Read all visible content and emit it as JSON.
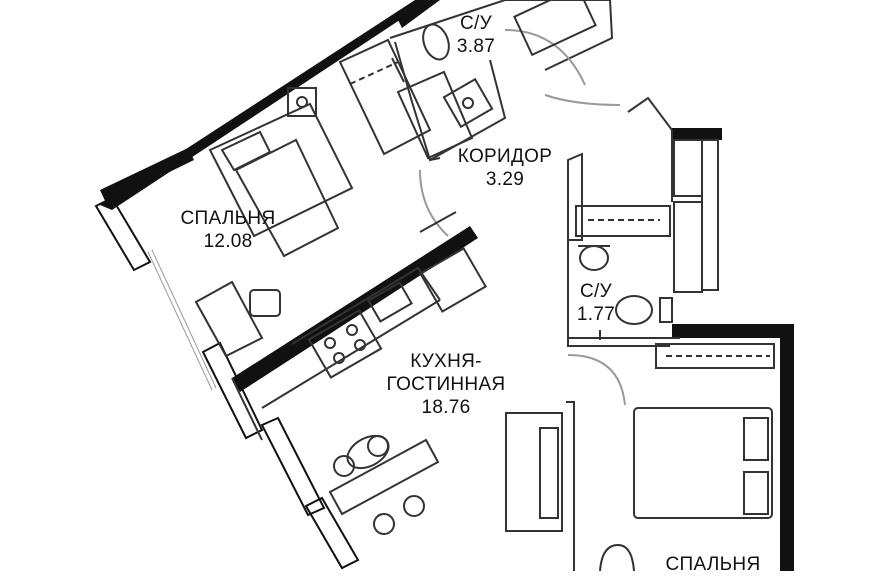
{
  "rooms": [
    {
      "id": "bath1",
      "name": "С/У",
      "area": "3.87"
    },
    {
      "id": "corridor",
      "name": "КОРИДОР",
      "area": "3.29"
    },
    {
      "id": "bedroom1",
      "name": "СПАЛЬНЯ",
      "area": "12.08"
    },
    {
      "id": "bath2",
      "name": "С/У",
      "area": "1.77"
    },
    {
      "id": "kitchen",
      "name": "КУХНЯ-",
      "name2": "ГОСТИННАЯ",
      "area": "18.76"
    },
    {
      "id": "bedroom2",
      "name": "СПАЛЬНЯ"
    }
  ],
  "colors": {
    "wall": "#111111",
    "line": "#333333",
    "light": "#999999"
  }
}
